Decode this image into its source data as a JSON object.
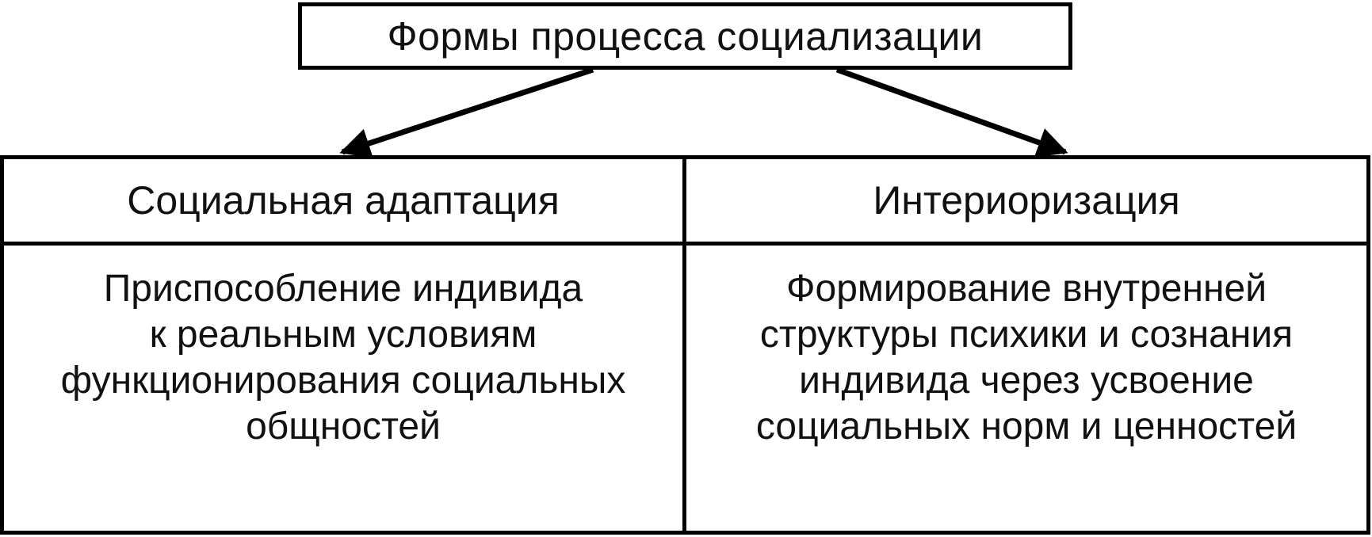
{
  "diagram": {
    "title": "Формы процесса социализации",
    "columns": [
      {
        "header": "Социальная адаптация",
        "body_lines": [
          "Приспособление индивида",
          "к реальным условиям",
          "функционирования социальных",
          "общностей"
        ]
      },
      {
        "header": "Интериоризация",
        "body_lines": [
          "Формирование внутренней",
          "структуры психики и сознания",
          "индивида через усвоение",
          "социальных норм и ценностей"
        ]
      }
    ],
    "colors": {
      "stroke": "#000000",
      "background": "#ffffff",
      "text": "#111111"
    }
  }
}
